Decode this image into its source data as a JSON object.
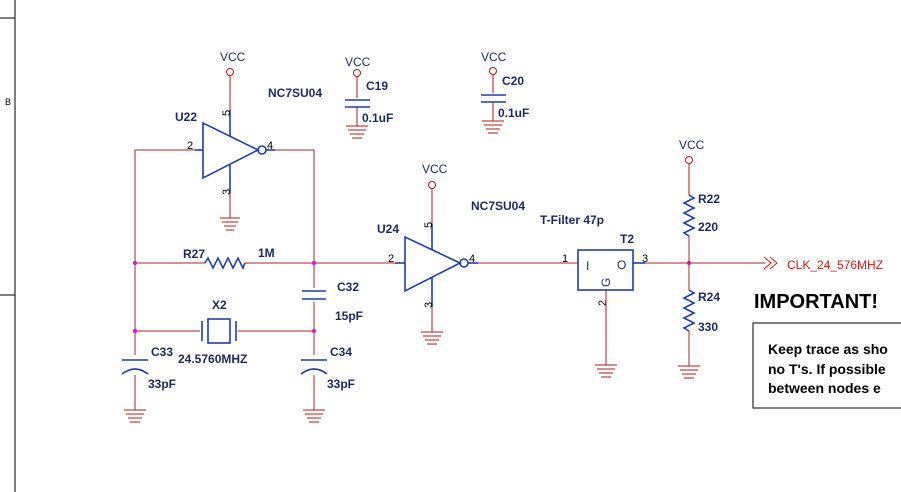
{
  "sheet": {
    "zone_label": "B"
  },
  "power": {
    "vcc": "VCC"
  },
  "u22": {
    "ref": "U22",
    "part": "NC7SU04",
    "pin_in": "2",
    "pin_out": "4",
    "pin_vcc": "5",
    "pin_gnd": "3"
  },
  "u24": {
    "ref": "U24",
    "part": "NC7SU04",
    "pin_in": "2",
    "pin_out": "4",
    "pin_vcc": "5",
    "pin_gnd": "3"
  },
  "c19": {
    "ref": "C19",
    "value": "0.1uF"
  },
  "c20": {
    "ref": "C20",
    "value": "0.1uF"
  },
  "r27": {
    "ref": "R27",
    "value": "1M"
  },
  "x2": {
    "ref": "X2",
    "value": "24.5760MHZ"
  },
  "c32": {
    "ref": "C32",
    "value": "15pF"
  },
  "c33": {
    "ref": "C33",
    "value": "33pF"
  },
  "c34": {
    "ref": "C34",
    "value": "33pF"
  },
  "t2": {
    "ref": "T2",
    "part": "T-Filter 47p",
    "pin1": "1",
    "pin2": "2",
    "pin3": "3",
    "letter_i": "I",
    "letter_o": "O",
    "letter_g": "G"
  },
  "r22": {
    "ref": "R22",
    "value": "220"
  },
  "r24": {
    "ref": "R24",
    "value": "330"
  },
  "net": {
    "clk": "CLK_24_576MHZ"
  },
  "notice": {
    "title": "IMPORTANT!",
    "lines": [
      "Keep trace as sho",
      "no T's. If possible",
      "between nodes e"
    ]
  }
}
